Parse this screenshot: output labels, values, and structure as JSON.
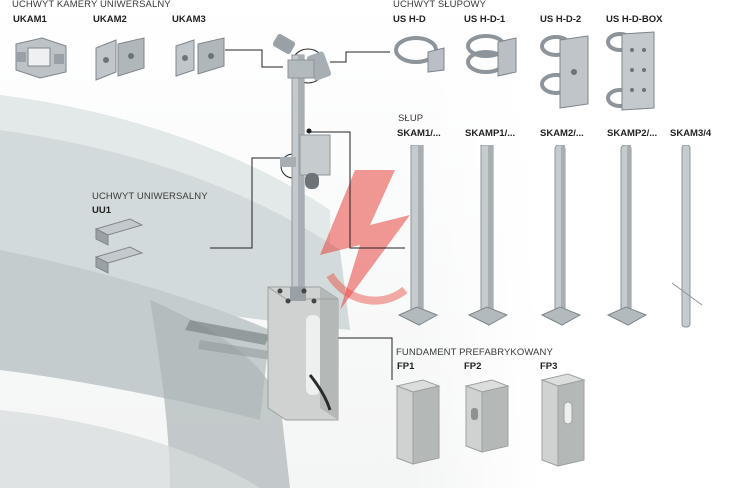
{
  "sections": {
    "camera_mounts": {
      "title": "UCHWYT KAMERY UNIWERSALNY",
      "items": [
        "UKAM1",
        "UKAM2",
        "UKAM3"
      ]
    },
    "pole_mounts": {
      "title": "UCHWYT SŁUPOWY",
      "items": [
        "US H-D",
        "US H-D-1",
        "US H-D-2",
        "US H-D-BOX"
      ]
    },
    "universal_mount": {
      "title": "UCHWYT UNIWERSALNY",
      "items": [
        "UU1"
      ]
    },
    "poles": {
      "title": "SŁUP",
      "items": [
        "SKAM1/...",
        "SKAMP1/...",
        "SKAM2/...",
        "SKAMP2/...",
        "SKAM3/4"
      ]
    },
    "foundations": {
      "title": "FUNDAMENT PREFABRYKOWANY",
      "items": [
        "FP1",
        "FP2",
        "FP3"
      ]
    }
  },
  "colors": {
    "metal": "#b9bfc4",
    "metal_dark": "#8d949a",
    "concrete": "#c9cbca",
    "concrete_dark": "#a9acab",
    "connector_line": "#222222",
    "logo_red": "#e8463f"
  },
  "icons": [
    "brand-logo-icon"
  ]
}
